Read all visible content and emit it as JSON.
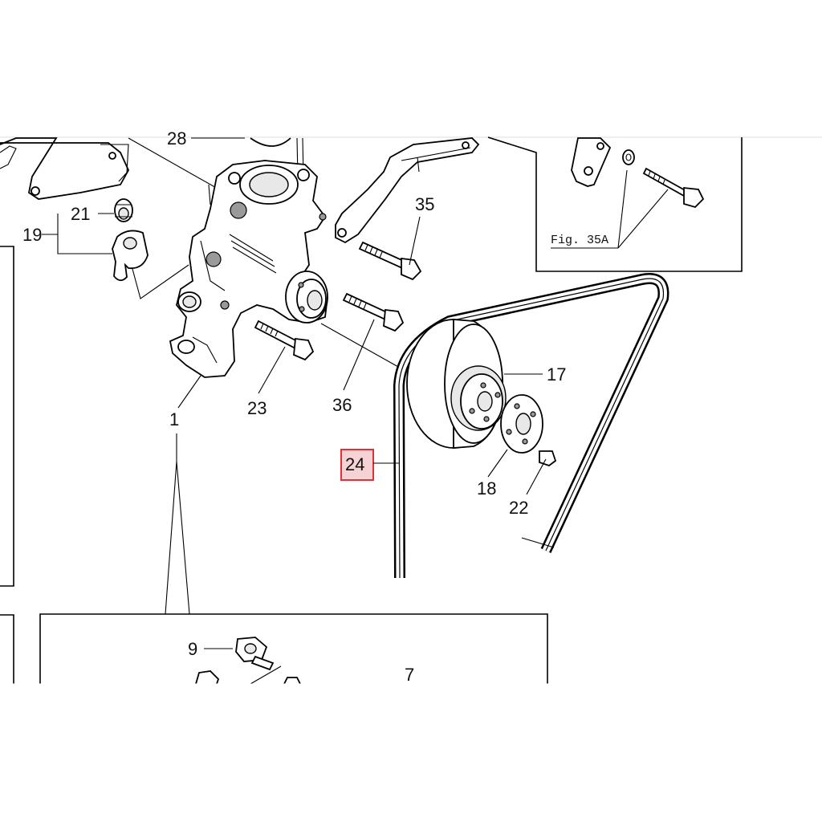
{
  "labels": {
    "p28": "28",
    "p21": "21",
    "p19": "19",
    "p35": "35",
    "p17": "17",
    "p23": "23",
    "p36": "36",
    "p1": "1",
    "p24": "24",
    "p18": "18",
    "p22": "22",
    "p9": "9",
    "p7": "7",
    "fig35a": "Fig. 35A"
  },
  "highlight": {
    "part": "24",
    "color": "#e0303a",
    "fill": "#f6d2d4"
  }
}
